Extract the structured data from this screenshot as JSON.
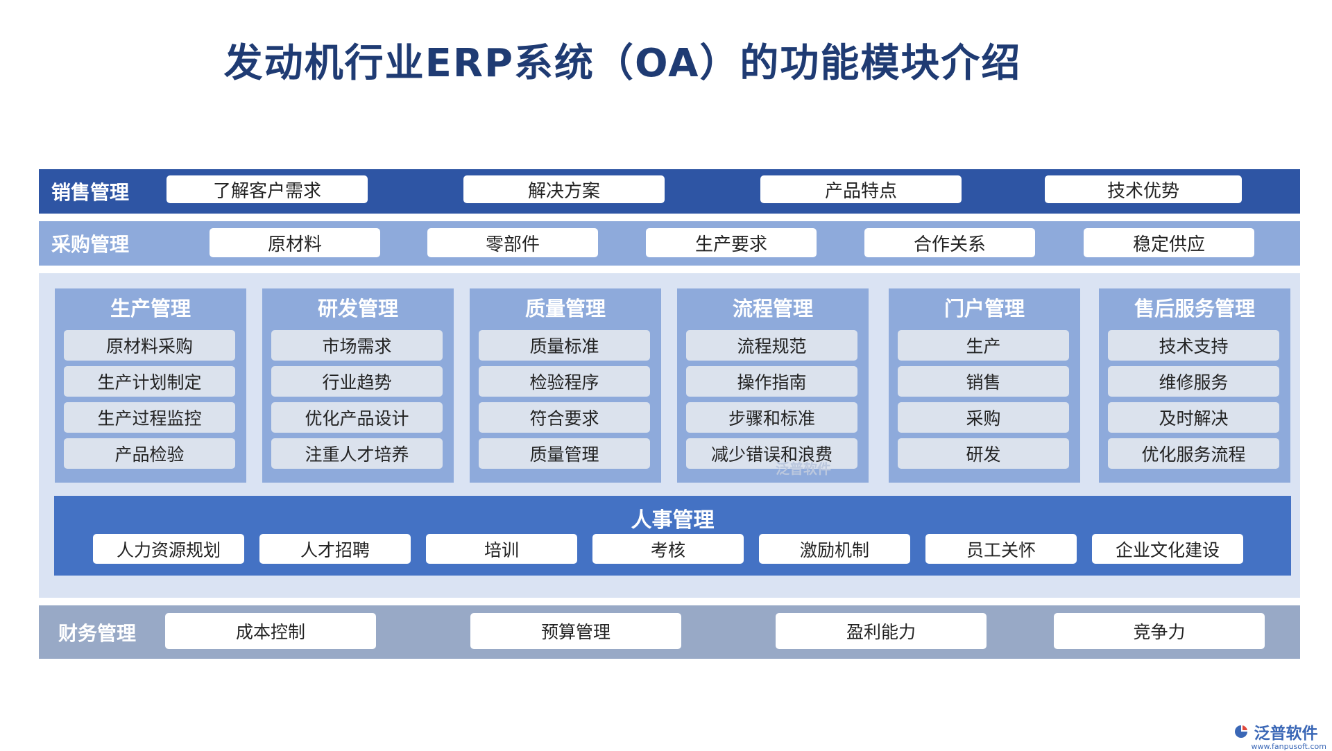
{
  "title": "发动机行业ERP系统（OA）的功能模块介绍",
  "sales": {
    "label": "销售管理",
    "items": [
      "了解客户需求",
      "解决方案",
      "产品特点",
      "技术优势"
    ]
  },
  "purchase": {
    "label": "采购管理",
    "items": [
      "原材料",
      "零部件",
      "生产要求",
      "合作关系",
      "稳定供应"
    ]
  },
  "modules": [
    {
      "title": "生产管理",
      "items": [
        "原材料采购",
        "生产计划制定",
        "生产过程监控",
        "产品检验"
      ]
    },
    {
      "title": "研发管理",
      "items": [
        "市场需求",
        "行业趋势",
        "优化产品设计",
        "注重人才培养"
      ]
    },
    {
      "title": "质量管理",
      "items": [
        "质量标准",
        "检验程序",
        "符合要求",
        "质量管理"
      ]
    },
    {
      "title": "流程管理",
      "items": [
        "流程规范",
        "操作指南",
        "步骤和标准",
        "减少错误和浪费"
      ]
    },
    {
      "title": "门户管理",
      "items": [
        "生产",
        "销售",
        "采购",
        "研发"
      ]
    },
    {
      "title": "售后服务管理",
      "items": [
        "技术支持",
        "维修服务",
        "及时解决",
        "优化服务流程"
      ]
    }
  ],
  "hr": {
    "title": "人事管理",
    "items": [
      "人力资源规划",
      "人才招聘",
      "培训",
      "考核",
      "激励机制",
      "员工关怀",
      "企业文化建设"
    ]
  },
  "finance": {
    "label": "财务管理",
    "items": [
      "成本控制",
      "预算管理",
      "盈利能力",
      "竞争力"
    ]
  },
  "watermark": "泛普软件",
  "brand": {
    "name": "泛普软件",
    "url": "www.fanpusoft.com",
    "color": "#3a67b6"
  },
  "colors": {
    "title": "#1f3b73",
    "sales_band": "#2e55a4",
    "purchase_band": "#8eaadb",
    "panel": "#dae3f3",
    "module": "#8eaadb",
    "module_item": "#dbe2ed",
    "hr_block": "#4472c4",
    "finance_band": "#98a9c6"
  }
}
